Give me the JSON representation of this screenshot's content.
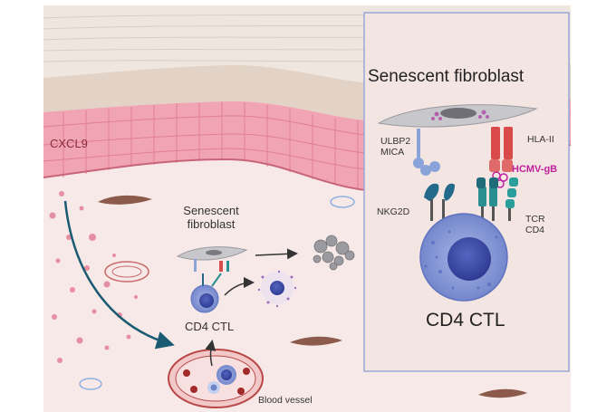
{
  "labels": {
    "cxcl9": "CXCL9",
    "senescent_fibroblast_small": "Senescent\nfibroblast",
    "cd4_ctl_small": "CD4 CTL",
    "blood_vessel": "Blood vessel",
    "senescent_fibroblast_large": "Senescent fibroblast",
    "ulbp2_mica": "ULBP2\nMICA",
    "hla_ii": "HLA-II",
    "hcmv_gb": "HCMV-gB",
    "nkg2d": "NKG2D",
    "tcr_cd4": "TCR\nCD4",
    "cd4_ctl_large": "CD4 CTL"
  },
  "colors": {
    "epidermis": "#f2a8b6",
    "stratum_corneum": "#ece3d8",
    "dermis": "#f6e8e6",
    "inset_background": "#f3e5e2",
    "inset_border": "#9aa7d6",
    "t_cell": "#7b8fd0",
    "t_cell_nucleus": "#3e4ba7",
    "hla": "#d94a4a",
    "tcr": "#2a8f91",
    "nkg2d": "#23698a",
    "ulbp2": "#8aa3d8",
    "hcmv": "#c0219d",
    "arrow": "#1b5a73"
  }
}
